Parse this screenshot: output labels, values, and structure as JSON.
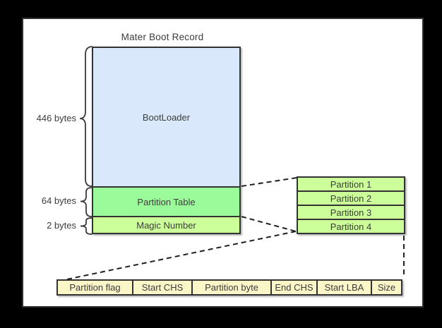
{
  "diagram": {
    "title": "Mater Boot Record",
    "mbr": {
      "sections": [
        {
          "label": "BootLoader",
          "size": "446 bytes",
          "fill": "#dae8fc"
        },
        {
          "label": "Partition Table",
          "size": "64 bytes",
          "fill": "#9bfb9b"
        },
        {
          "label": "Magic Number",
          "size": "2 bytes",
          "fill": "#ccff99"
        }
      ]
    },
    "partition_table_detail": {
      "rows": [
        {
          "label": "Partition 1"
        },
        {
          "label": "Partition 2"
        },
        {
          "label": "Partition 3"
        },
        {
          "label": "Partition 4"
        }
      ],
      "fill": "#ccff99"
    },
    "partition_entry": {
      "cells": [
        {
          "label": "Partition flag"
        },
        {
          "label": "Start CHS"
        },
        {
          "label": "Partition byte"
        },
        {
          "label": "End CHS"
        },
        {
          "label": "Start LBA"
        },
        {
          "label": "Size"
        }
      ],
      "fill": "#faf6c8"
    },
    "colors": {
      "canvas_background": "#000000",
      "panel_background": "#ffffff",
      "outline": "#333333",
      "text": "#3c3c3c",
      "connector": "#1f1f1f"
    }
  }
}
